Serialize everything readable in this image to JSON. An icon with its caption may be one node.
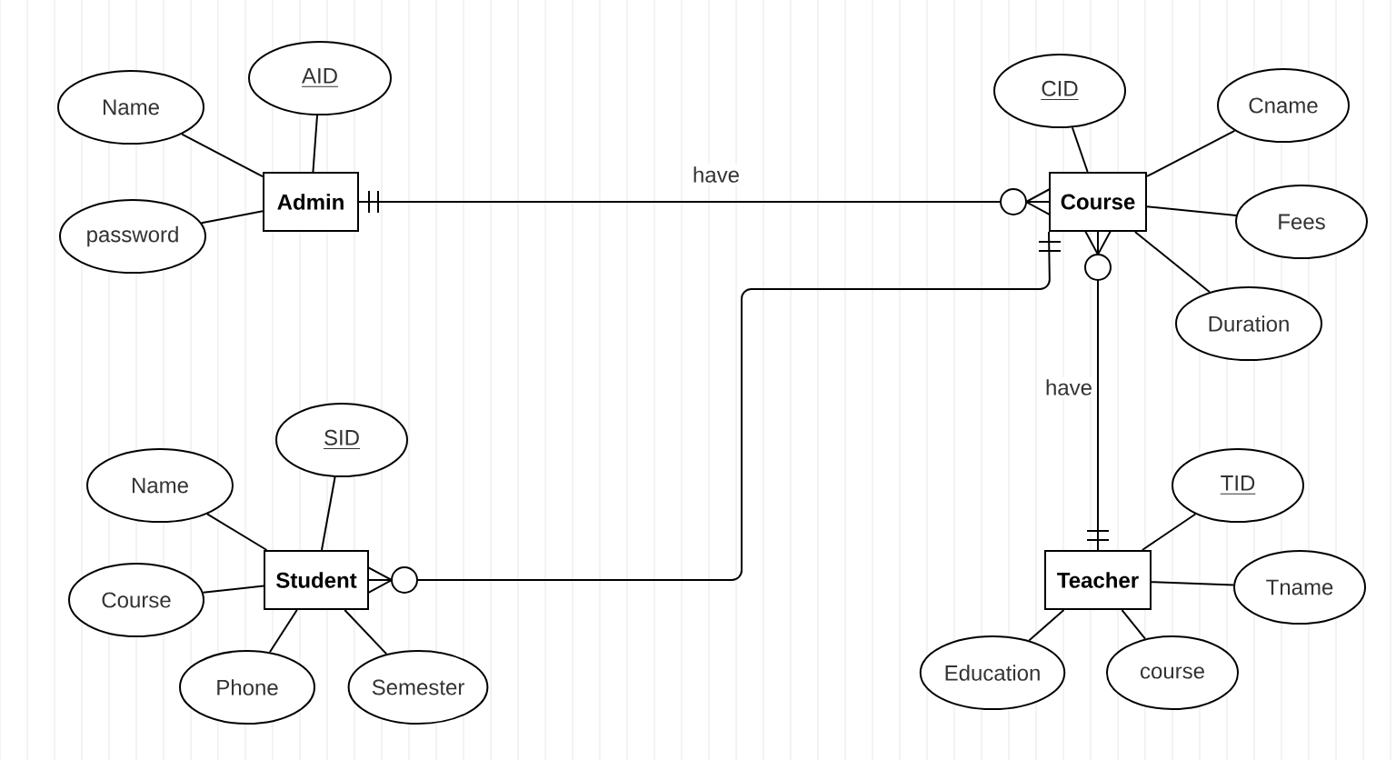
{
  "diagram": {
    "nodes": [
      {
        "text": [
          "Admin"
        ]
      },
      {
        "text": [
          "AID"
        ]
      },
      {
        "text": [
          "Name"
        ]
      },
      {
        "text": [
          "password"
        ]
      },
      {
        "text": [
          "Course"
        ]
      },
      {
        "text": [
          "CID"
        ]
      },
      {
        "text": [
          "Cname"
        ]
      },
      {
        "text": [
          "Fees"
        ]
      },
      {
        "text": [
          "Duration"
        ]
      },
      {
        "text": [
          "Student"
        ]
      },
      {
        "text": [
          "SID"
        ]
      },
      {
        "text": [
          "Name"
        ]
      },
      {
        "text": [
          "Course"
        ]
      },
      {
        "text": [
          "Phone"
        ]
      },
      {
        "text": [
          "Semester"
        ]
      },
      {
        "text": [
          "Teacher"
        ]
      },
      {
        "text": [
          "TID"
        ]
      },
      {
        "text": [
          "Tname"
        ]
      },
      {
        "text": [
          "Education"
        ]
      },
      {
        "text": [
          "course"
        ]
      }
    ],
    "edges": [
      {
        "from": 0,
        "to": 4,
        "arrow": "other",
        "label": "have"
      },
      {
        "from": 4,
        "to": 9,
        "arrow": "other"
      },
      {
        "from": 4,
        "to": 15,
        "arrow": "other",
        "label": "have"
      },
      {
        "from": 0,
        "to": 1,
        "arrow": "none"
      },
      {
        "from": 0,
        "to": 2,
        "arrow": "none"
      },
      {
        "from": 0,
        "to": 3,
        "arrow": "none"
      },
      {
        "from": 4,
        "to": 5,
        "arrow": "none"
      },
      {
        "from": 4,
        "to": 6,
        "arrow": "none"
      },
      {
        "from": 4,
        "to": 7,
        "arrow": "none"
      },
      {
        "from": 4,
        "to": 8,
        "arrow": "none"
      },
      {
        "from": 9,
        "to": 10,
        "arrow": "none"
      },
      {
        "from": 9,
        "to": 11,
        "arrow": "none"
      },
      {
        "from": 9,
        "to": 12,
        "arrow": "none"
      },
      {
        "from": 9,
        "to": 13,
        "arrow": "none"
      },
      {
        "from": 9,
        "to": 14,
        "arrow": "none"
      },
      {
        "from": 15,
        "to": 16,
        "arrow": "none"
      },
      {
        "from": 15,
        "to": 17,
        "arrow": "none"
      },
      {
        "from": 15,
        "to": 18,
        "arrow": "none"
      },
      {
        "from": 15,
        "to": 19,
        "arrow": "none"
      }
    ]
  }
}
